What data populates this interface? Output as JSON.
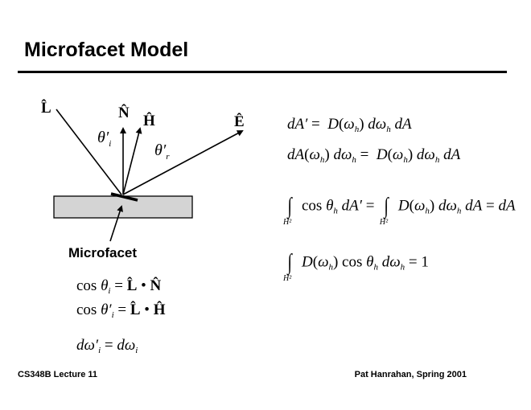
{
  "title": "Microfacet Model",
  "diagram": {
    "labels": {
      "L": "L̂",
      "N": "N̂",
      "H": "Ĥ",
      "E": "Ê"
    },
    "theta_i": {
      "sym": "θ′",
      "sub": "i"
    },
    "theta_r": {
      "sym": "θ′",
      "sub": "r"
    },
    "microfacet_label": "Microfacet"
  },
  "left_equations": [
    [
      {
        "t": "cos "
      },
      {
        "t": "θ",
        "c": "i"
      },
      {
        "sub": "i"
      },
      {
        "t": " = "
      },
      {
        "t": "L̂",
        "c": "b"
      },
      {
        "t": " • "
      },
      {
        "t": "N̂",
        "c": "b"
      }
    ],
    [
      {
        "t": "cos "
      },
      {
        "t": "θ′",
        "c": "i"
      },
      {
        "sub": "i"
      },
      {
        "t": " = "
      },
      {
        "t": "L̂",
        "c": "b"
      },
      {
        "t": " • "
      },
      {
        "t": "Ĥ",
        "c": "b"
      }
    ],
    [
      {
        "t": "dω′",
        "c": "i"
      },
      {
        "sub": "i"
      },
      {
        "t": " = "
      },
      {
        "t": "dω",
        "c": "i"
      },
      {
        "sub": "i"
      }
    ]
  ],
  "right_equations": [
    [
      {
        "t": "dA′",
        "c": "i"
      },
      {
        "t": " =  "
      },
      {
        "t": "D",
        "c": "i"
      },
      {
        "t": "("
      },
      {
        "t": "ω",
        "c": "i"
      },
      {
        "sub": "h"
      },
      {
        "t": ") "
      },
      {
        "t": "dω",
        "c": "i"
      },
      {
        "sub": "h"
      },
      {
        "t": " "
      },
      {
        "t": "dA",
        "c": "i"
      }
    ],
    [
      {
        "t": "dA",
        "c": "i"
      },
      {
        "t": "("
      },
      {
        "t": "ω",
        "c": "i"
      },
      {
        "sub": "h"
      },
      {
        "t": ") "
      },
      {
        "t": "dω",
        "c": "i"
      },
      {
        "sub": "h"
      },
      {
        "t": " =  "
      },
      {
        "t": "D",
        "c": "i"
      },
      {
        "t": "("
      },
      {
        "t": "ω",
        "c": "i"
      },
      {
        "sub": "h"
      },
      {
        "t": ") "
      },
      {
        "t": "dω",
        "c": "i"
      },
      {
        "sub": "h"
      },
      {
        "t": " "
      },
      {
        "t": "dA",
        "c": "i"
      }
    ],
    [
      {
        "int": "H²"
      },
      {
        "t": "cos "
      },
      {
        "t": "θ",
        "c": "i"
      },
      {
        "sub": "h"
      },
      {
        "t": " "
      },
      {
        "t": "dA′",
        "c": "i"
      },
      {
        "t": " =  "
      },
      {
        "int": "H²"
      },
      {
        "t": "D",
        "c": "i"
      },
      {
        "t": "("
      },
      {
        "t": "ω",
        "c": "i"
      },
      {
        "sub": "h"
      },
      {
        "t": ") "
      },
      {
        "t": "dω",
        "c": "i"
      },
      {
        "sub": "h"
      },
      {
        "t": " "
      },
      {
        "t": "dA",
        "c": "i"
      },
      {
        "t": " = "
      },
      {
        "t": "dA",
        "c": "i"
      }
    ],
    [
      {
        "int": "H²"
      },
      {
        "t": "D",
        "c": "i"
      },
      {
        "t": "("
      },
      {
        "t": "ω",
        "c": "i"
      },
      {
        "sub": "h"
      },
      {
        "t": ") cos "
      },
      {
        "t": "θ",
        "c": "i"
      },
      {
        "sub": "h"
      },
      {
        "t": " "
      },
      {
        "t": "dω",
        "c": "i"
      },
      {
        "sub": "h"
      },
      {
        "t": " = 1"
      }
    ]
  ],
  "footer": {
    "left": "CS348B Lecture 11",
    "right": "Pat Hanrahan, Spring 2001"
  }
}
